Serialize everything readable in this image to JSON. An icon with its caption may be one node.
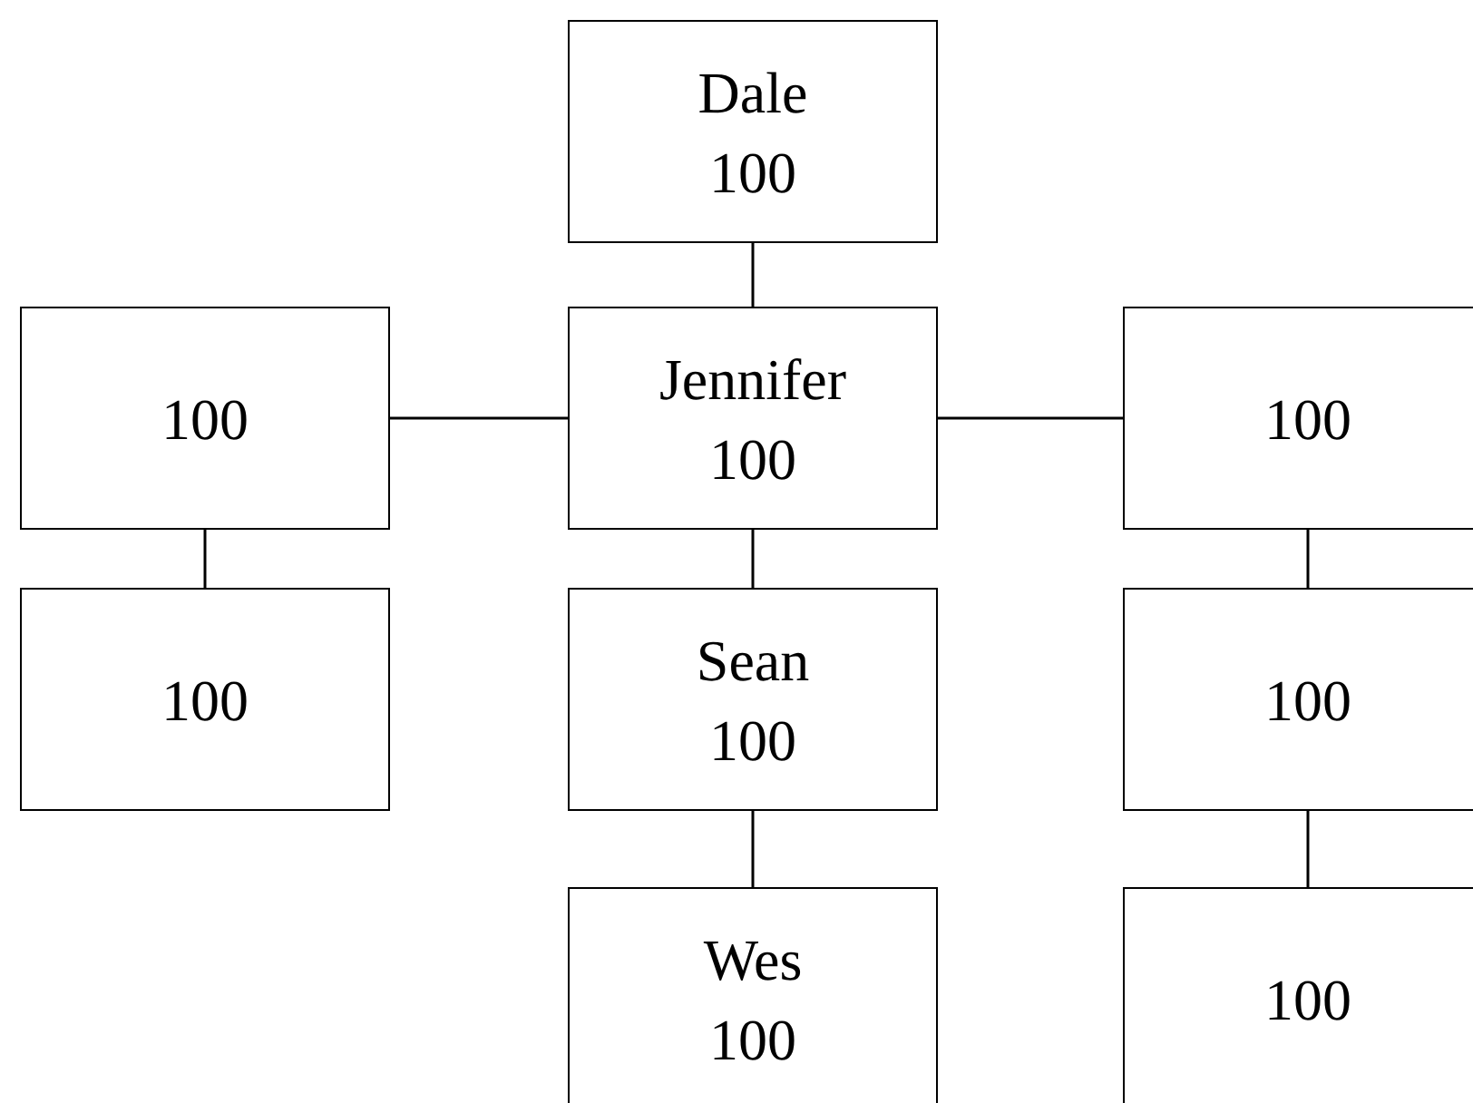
{
  "diagram": {
    "nodes": [
      {
        "text": [
          "Dale",
          "100"
        ]
      },
      {
        "text": [
          "100"
        ]
      },
      {
        "text": [
          "Jennifer",
          "100"
        ]
      },
      {
        "text": [
          "100"
        ]
      },
      {
        "text": [
          "100"
        ]
      },
      {
        "text": [
          "Sean",
          "100"
        ]
      },
      {
        "text": [
          "100"
        ]
      },
      {
        "text": [
          "Wes",
          "100"
        ]
      },
      {
        "text": [
          "100"
        ]
      }
    ],
    "edges": [
      {
        "from": 0,
        "to": 2,
        "arrow": "none"
      },
      {
        "from": 1,
        "to": 2,
        "arrow": "none"
      },
      {
        "from": 2,
        "to": 3,
        "arrow": "none"
      },
      {
        "from": 1,
        "to": 4,
        "arrow": "none"
      },
      {
        "from": 2,
        "to": 5,
        "arrow": "none"
      },
      {
        "from": 3,
        "to": 6,
        "arrow": "none"
      },
      {
        "from": 5,
        "to": 7,
        "arrow": "none"
      },
      {
        "from": 6,
        "to": 8,
        "arrow": "none"
      }
    ]
  }
}
